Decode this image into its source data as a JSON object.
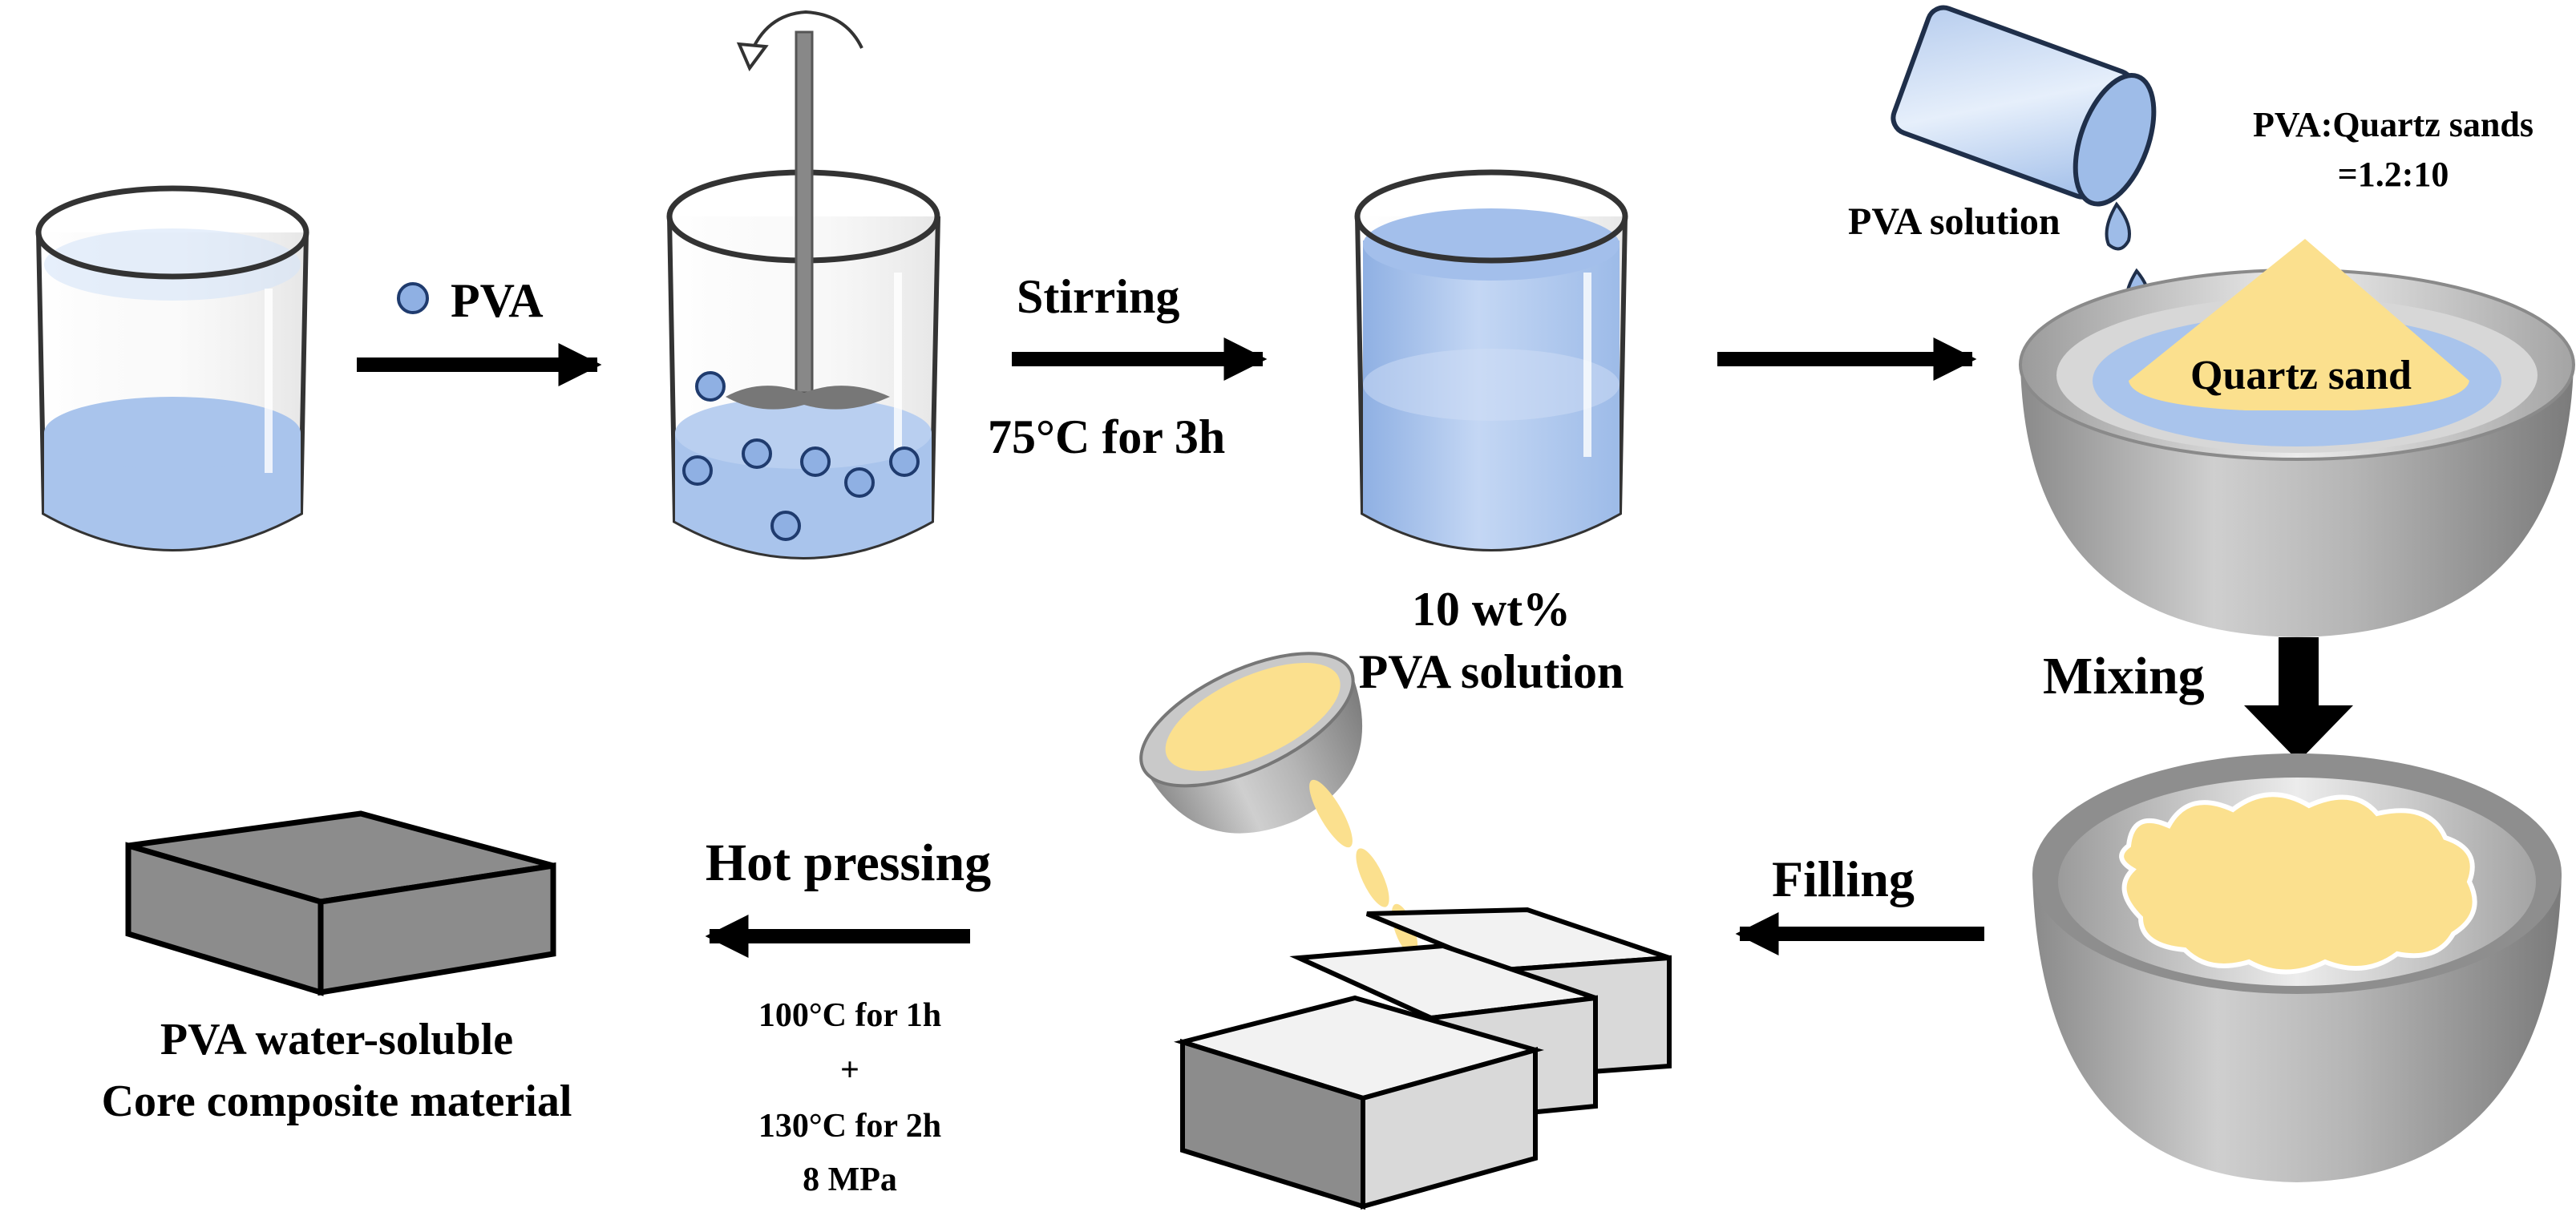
{
  "step1": {
    "additive_label": "PVA"
  },
  "step2": {
    "process_label": "Stirring",
    "condition_label": "75°C for 3h"
  },
  "step3": {
    "product_line1": "10 wt%",
    "product_line2": "PVA solution"
  },
  "step4": {
    "pour_label": "PVA solution",
    "ratio_line1": "PVA:Quartz sands",
    "ratio_line2": "=1.2:10",
    "sand_label": "Quartz sand"
  },
  "step5": {
    "process_label": "Mixing"
  },
  "step6": {
    "process_label": "Filling"
  },
  "step7": {
    "process_label": "Hot pressing",
    "condition_line1": "100°C for 1h",
    "condition_line2": "+",
    "condition_line3": "130°C for 2h",
    "condition_line4": "8 MPa"
  },
  "product": {
    "line1": "PVA water-soluble",
    "line2": "Core composite material"
  },
  "colors": {
    "water": "#a9c4ec",
    "water_light": "#d6e4f8",
    "pva_particle": "#8fb0e3",
    "sand": "#fbe08e",
    "bowl": "#a6a6a6",
    "block_front": "#8c8c8c",
    "block_top": "#f2f2f2",
    "arrow": "#000000"
  }
}
